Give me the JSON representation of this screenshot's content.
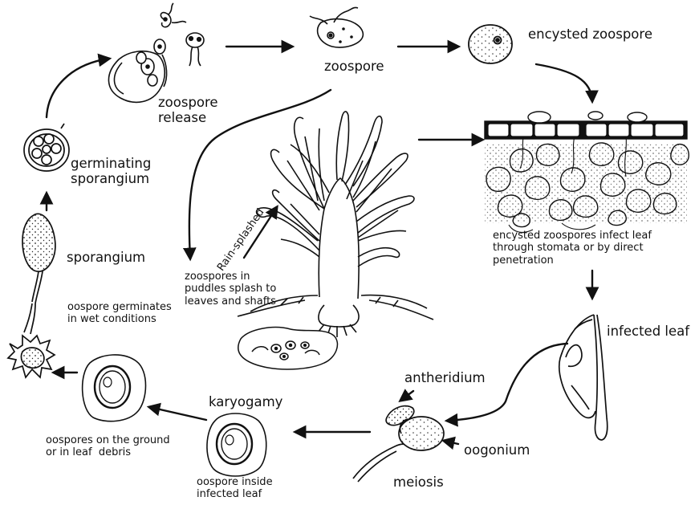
{
  "stages": {
    "zoospore_release": "zoospore\nrelease",
    "zoospore": "zoospore",
    "encysted_zoospore": "encysted zoospore",
    "germinating_sporangium": "germinating\nsporangium",
    "sporangium": "sporangium",
    "oospore_germinates": "oospore germinates\nin wet conditions",
    "puddle_splash": "zoospores in\npuddles splash to\nleaves and shafts",
    "rain_splashed": "Rain-splashed",
    "leaf_infection": "encysted zoospores infect leaf\nthrough stomata or by direct\npenetration",
    "infected_leaf": "infected leaf",
    "antheridium": "antheridium",
    "oogonium": "oogonium",
    "meiosis": "meiosis",
    "karyogamy": "karyogamy",
    "oospores_ground": "oospores on the ground\nor in leaf  debris",
    "oospore_inside": "oospore inside\ninfected leaf"
  },
  "colors": {
    "ink": "#111111",
    "cell_fill": "#ffffff",
    "epidermis": "#1a1a1a",
    "background": "#ffffff"
  },
  "icons": [
    "zoospore-release-illustration",
    "zoospore-illustration",
    "encysted-zoospore-illustration",
    "germinating-sporangium-illustration",
    "sporangium-illustration",
    "oospore-germinating-illustration",
    "oospore-on-ground-illustration",
    "oospore-inside-leaf-illustration",
    "antheridium-oogonium-illustration",
    "infected-leaf-illustration",
    "leaf-tissue-cross-section-illustration",
    "plant-illustration",
    "puddle-illustration",
    "cycle-arrow-icon"
  ]
}
